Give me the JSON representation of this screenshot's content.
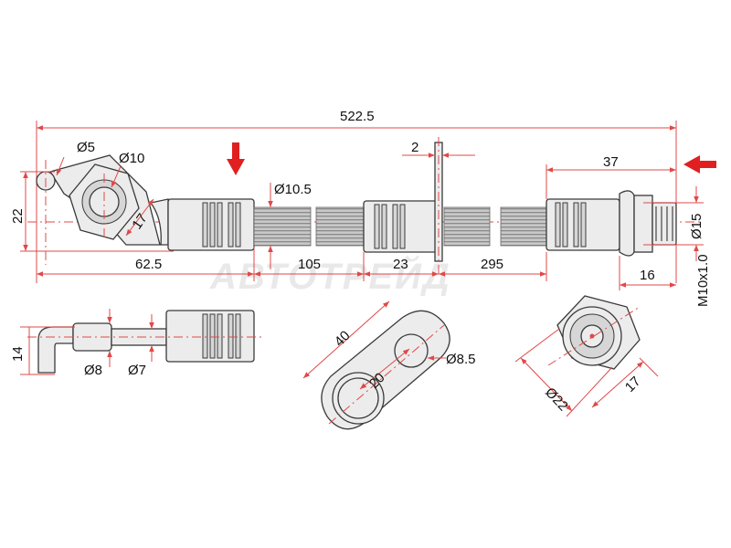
{
  "watermark": "АВТОТРЕЙД",
  "dimensions": {
    "total_length": "522.5",
    "bolt_hole": "Ø5",
    "banjo_diameter": "Ø10",
    "banjo_height": "22",
    "banjo_width": "17",
    "hose_diameter": "Ø10.5",
    "bracket_thickness": "2",
    "fitting_length": "37",
    "fitting_diameter": "Ø15",
    "thread": "M10x1.0",
    "end_length": "16",
    "left_offset": "62.5",
    "hose_segment_1": "105",
    "bracket_width": "23",
    "hose_segment_2": "295",
    "pipe_height": "14",
    "pipe_outer": "Ø8",
    "pipe_inner": "Ø7",
    "plate_length": "40",
    "plate_hole_spacing": "20",
    "plate_hole": "Ø8.5",
    "nut_diameter": "Ø22",
    "nut_size": "17"
  },
  "colors": {
    "accent": "#e02020",
    "dimline": "#e04848",
    "line": "#222222"
  }
}
